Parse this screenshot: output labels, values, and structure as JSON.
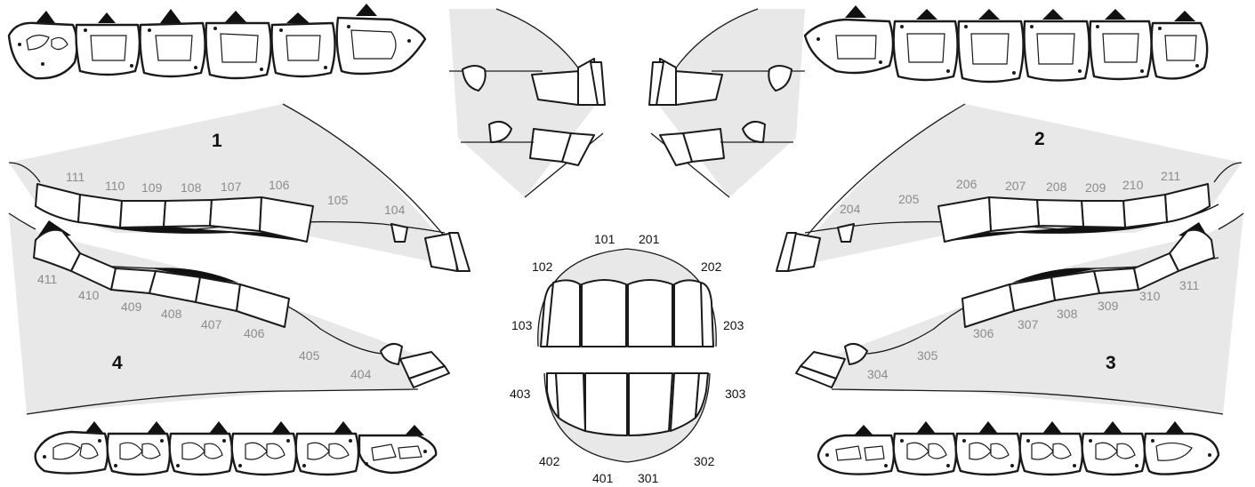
{
  "quadrants": {
    "q1": "1",
    "q2": "2",
    "q3": "3",
    "q4": "4"
  },
  "upper_right_cheek": [
    "111",
    "110",
    "109",
    "108",
    "107",
    "106",
    "105",
    "104"
  ],
  "upper_left_cheek": [
    "204",
    "205",
    "206",
    "207",
    "208",
    "209",
    "210",
    "211"
  ],
  "lower_left_cheek": [
    "304",
    "305",
    "306",
    "307",
    "308",
    "309",
    "310",
    "311"
  ],
  "lower_right_cheek": [
    "411",
    "410",
    "409",
    "408",
    "407",
    "406",
    "405",
    "404"
  ],
  "incisors": {
    "t101": "101",
    "t201": "201",
    "t102": "102",
    "t202": "202",
    "t103": "103",
    "t203": "203",
    "t403": "403",
    "t303": "303",
    "t402": "402",
    "t302": "302",
    "t401": "401",
    "t301": "301"
  },
  "colors": {
    "shading": "#e8e8e8",
    "outline": "#1a1a1a",
    "grey_label": "#8c8c8c"
  }
}
